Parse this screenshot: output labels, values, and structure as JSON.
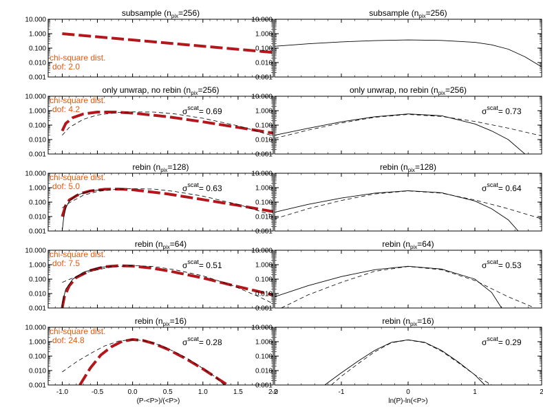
{
  "figure": {
    "left_xlabel": "(P-<P>)/(<P>)",
    "right_xlabel": "ln(P)-ln(<P>)",
    "colors": {
      "axis": "#000000",
      "chi": "#b3171c",
      "chi_text": "#e05a12"
    }
  },
  "chart_data": [
    {
      "type": "line",
      "column": "left",
      "row": 0,
      "title": {
        "pre": "subsample (n",
        "sub": "pix",
        "post": "=256)"
      },
      "xlim": [
        -1.2,
        2.0
      ],
      "ylim": [
        0.001,
        10
      ],
      "yscale": "log",
      "xticks": [],
      "yticks": [
        "10.000",
        "1.000",
        "0.100",
        "0.010",
        "0.001"
      ],
      "sigma": null,
      "chi_label": {
        "line1": "chi-square dist.",
        "line2": "dof:  2.0"
      },
      "series": [
        {
          "style": "chi",
          "x": [
            -1.0,
            2.0
          ],
          "y": [
            1.0,
            0.05
          ]
        }
      ]
    },
    {
      "type": "line",
      "column": "right",
      "row": 0,
      "title": {
        "pre": "subsample (n",
        "sub": "pix",
        "post": "=256)"
      },
      "xlim": [
        -2,
        2
      ],
      "ylim": [
        0.001,
        10
      ],
      "yscale": "log",
      "xticks": [],
      "yticks": [
        "10.000",
        "1.000",
        "0.100",
        "0.010",
        "0.001"
      ],
      "sigma": null,
      "chi_label": null,
      "series": [
        {
          "style": "solid",
          "x": [
            -2.0,
            -1.5,
            -1.0,
            -0.5,
            0.0,
            0.5,
            1.0,
            1.25,
            1.5,
            1.75,
            2.0
          ],
          "y": [
            0.135,
            0.2,
            0.27,
            0.33,
            0.37,
            0.34,
            0.25,
            0.17,
            0.085,
            0.025,
            0.005
          ]
        }
      ]
    },
    {
      "type": "line",
      "column": "left",
      "row": 1,
      "title": {
        "pre": "only unwrap, no rebin (n",
        "sub": "pix",
        "post": "=256)"
      },
      "xlim": [
        -1.2,
        2.0
      ],
      "ylim": [
        0.001,
        10
      ],
      "yscale": "log",
      "xticks": [],
      "yticks": [
        "10.000",
        "1.000",
        "0.100",
        "0.010",
        "0.001"
      ],
      "sigma": {
        "label": "σ",
        "sup": "scat",
        "value": "=  0.69"
      },
      "chi_label": {
        "line1": "chi-square dist.",
        "line2": "dof:  4.2"
      },
      "series": [
        {
          "style": "chi",
          "x": [
            -1.0,
            -0.95,
            -0.85,
            -0.7,
            -0.5,
            -0.25,
            0.0,
            0.5,
            1.0,
            1.5,
            2.0
          ],
          "y": [
            0.04,
            0.13,
            0.33,
            0.6,
            0.8,
            0.8,
            0.68,
            0.38,
            0.17,
            0.07,
            0.028
          ]
        },
        {
          "style": "dashed",
          "x": [
            -1.0,
            -0.9,
            -0.7,
            -0.5,
            -0.2,
            0.0,
            0.3,
            0.6,
            1.0,
            1.5,
            2.0
          ],
          "y": [
            0.02,
            0.07,
            0.25,
            0.5,
            0.75,
            0.82,
            0.8,
            0.6,
            0.3,
            0.09,
            0.018
          ]
        }
      ]
    },
    {
      "type": "line",
      "column": "right",
      "row": 1,
      "title": {
        "pre": "only unwrap, no rebin (n",
        "sub": "pix",
        "post": "=256)"
      },
      "xlim": [
        -2,
        2
      ],
      "ylim": [
        0.001,
        10
      ],
      "yscale": "log",
      "xticks": [],
      "yticks": [
        "10.000",
        "1.000",
        "0.100",
        "0.010",
        "0.001"
      ],
      "sigma": {
        "label": "σ",
        "sup": "scat",
        "value": "=  0.73"
      },
      "chi_label": null,
      "series": [
        {
          "style": "solid",
          "x": [
            -2.0,
            -1.5,
            -1.0,
            -0.5,
            0.0,
            0.5,
            1.0,
            1.25,
            1.5,
            1.75
          ],
          "y": [
            0.02,
            0.06,
            0.17,
            0.38,
            0.6,
            0.45,
            0.12,
            0.04,
            0.01,
            0.001
          ]
        },
        {
          "style": "dashed",
          "x": [
            -2.0,
            -1.5,
            -1.0,
            -0.5,
            0.0,
            0.5,
            1.0,
            1.5,
            2.0
          ],
          "y": [
            0.012,
            0.045,
            0.14,
            0.35,
            0.55,
            0.4,
            0.18,
            0.062,
            0.018
          ]
        }
      ]
    },
    {
      "type": "line",
      "column": "left",
      "row": 2,
      "title": {
        "pre": "rebin (n",
        "sub": "pix",
        "post": "=128)"
      },
      "xlim": [
        -1.2,
        2.0
      ],
      "ylim": [
        0.001,
        10
      ],
      "yscale": "log",
      "xticks": [],
      "yticks": [
        "10.000",
        "1.000",
        "0.100",
        "0.010",
        "0.001"
      ],
      "sigma": {
        "label": "σ",
        "sup": "scat",
        "value": "=  0.63"
      },
      "chi_label": {
        "line1": "chi-square dist.",
        "line2": "dof:  5.0"
      },
      "series": [
        {
          "style": "chi",
          "x": [
            -1.0,
            -0.95,
            -0.9,
            -0.75,
            -0.6,
            -0.4,
            -0.2,
            0.0,
            0.5,
            1.0,
            1.5,
            2.0
          ],
          "y": [
            0.01,
            0.06,
            0.14,
            0.38,
            0.6,
            0.78,
            0.8,
            0.72,
            0.37,
            0.15,
            0.06,
            0.022
          ]
        },
        {
          "style": "solid",
          "x": [
            -1.0,
            -0.98,
            -0.95,
            -0.9,
            -0.8,
            -0.6,
            -0.4
          ],
          "y": [
            0.001,
            0.008,
            0.04,
            0.12,
            0.3,
            0.6,
            0.75
          ]
        },
        {
          "style": "dashed",
          "x": [
            -1.0,
            -0.9,
            -0.7,
            -0.5,
            -0.2,
            0.0,
            0.3,
            0.6,
            1.0,
            1.5,
            2.0
          ],
          "y": [
            0.04,
            0.09,
            0.3,
            0.55,
            0.8,
            0.85,
            0.8,
            0.55,
            0.26,
            0.07,
            0.012
          ]
        }
      ]
    },
    {
      "type": "line",
      "column": "right",
      "row": 2,
      "title": {
        "pre": "rebin (n",
        "sub": "pix",
        "post": "=128)"
      },
      "xlim": [
        -2,
        2
      ],
      "ylim": [
        0.001,
        10
      ],
      "yscale": "log",
      "xticks": [],
      "yticks": [
        "10.000",
        "1.000",
        "0.100",
        "0.010",
        "0.001"
      ],
      "sigma": {
        "label": "σ",
        "sup": "scat",
        "value": "=  0.64"
      },
      "chi_label": null,
      "series": [
        {
          "style": "solid",
          "x": [
            -2.0,
            -1.5,
            -1.0,
            -0.5,
            0.0,
            0.5,
            1.0,
            1.25,
            1.5,
            1.65
          ],
          "y": [
            0.02,
            0.07,
            0.19,
            0.42,
            0.62,
            0.45,
            0.12,
            0.035,
            0.006,
            0.001
          ]
        },
        {
          "style": "dashed",
          "x": [
            -2.0,
            -1.5,
            -1.0,
            -0.5,
            0.0,
            0.5,
            1.0,
            1.5,
            2.0
          ],
          "y": [
            0.007,
            0.035,
            0.13,
            0.37,
            0.6,
            0.42,
            0.14,
            0.035,
            0.007
          ]
        }
      ]
    },
    {
      "type": "line",
      "column": "left",
      "row": 3,
      "title": {
        "pre": "rebin (n",
        "sub": "pix",
        "post": "=64)"
      },
      "xlim": [
        -1.2,
        2.0
      ],
      "ylim": [
        0.001,
        10
      ],
      "yscale": "log",
      "xticks": [],
      "yticks": [
        "10.000",
        "1.000",
        "0.100",
        "0.010",
        "0.001"
      ],
      "sigma": {
        "label": "σ",
        "sup": "scat",
        "value": "=  0.51"
      },
      "chi_label": {
        "line1": "chi-square dist.",
        "line2": "dof:  7.5"
      },
      "series": [
        {
          "style": "chi",
          "x": [
            -1.0,
            -0.97,
            -0.9,
            -0.8,
            -0.6,
            -0.4,
            -0.2,
            0.0,
            0.25,
            0.5,
            1.0,
            1.5,
            2.0
          ],
          "y": [
            0.001,
            0.006,
            0.035,
            0.13,
            0.4,
            0.72,
            0.85,
            0.8,
            0.6,
            0.38,
            0.12,
            0.03,
            0.008
          ]
        },
        {
          "style": "solid",
          "x": [
            -1.0,
            -0.95,
            -0.85,
            -0.7,
            -0.5,
            -0.3
          ],
          "y": [
            0.002,
            0.02,
            0.1,
            0.3,
            0.6,
            0.82
          ]
        },
        {
          "style": "dashed",
          "x": [
            -1.0,
            -0.8,
            -0.6,
            -0.3,
            0.0,
            0.3,
            0.6,
            1.0,
            1.4,
            1.8,
            2.0
          ],
          "y": [
            0.06,
            0.15,
            0.35,
            0.7,
            0.88,
            0.75,
            0.45,
            0.17,
            0.04,
            0.006,
            0.002
          ]
        }
      ]
    },
    {
      "type": "line",
      "column": "right",
      "row": 3,
      "title": {
        "pre": "rebin (n",
        "sub": "pix",
        "post": "=64)"
      },
      "xlim": [
        -2,
        2
      ],
      "ylim": [
        0.001,
        10
      ],
      "yscale": "log",
      "xticks": [],
      "yticks": [
        "10.000",
        "1.000",
        "0.100",
        "0.010",
        "0.001"
      ],
      "sigma": {
        "label": "σ",
        "sup": "scat",
        "value": "=  0.53"
      },
      "chi_label": null,
      "series": [
        {
          "style": "solid",
          "x": [
            -2.0,
            -1.5,
            -1.0,
            -0.5,
            0.0,
            0.5,
            1.0,
            1.25,
            1.4
          ],
          "y": [
            0.006,
            0.035,
            0.15,
            0.45,
            0.78,
            0.5,
            0.1,
            0.012,
            0.001
          ]
        },
        {
          "style": "dashed",
          "x": [
            -1.9,
            -1.5,
            -1.0,
            -0.5,
            0.0,
            0.5,
            1.0,
            1.5,
            1.9
          ],
          "y": [
            0.001,
            0.008,
            0.06,
            0.35,
            0.75,
            0.45,
            0.08,
            0.006,
            0.001
          ]
        }
      ]
    },
    {
      "type": "line",
      "column": "left",
      "row": 4,
      "title": {
        "pre": "rebin (n",
        "sub": "pix",
        "post": "=16)"
      },
      "xlim": [
        -1.2,
        2.0
      ],
      "ylim": [
        0.001,
        10
      ],
      "yscale": "log",
      "xticks": [
        "-1.0",
        "-0.5",
        "0.0",
        "0.5",
        "1.0",
        "1.5",
        "2.0"
      ],
      "yticks": [
        "10.000",
        "1.000",
        "0.100",
        "0.010",
        "0.001"
      ],
      "sigma": {
        "label": "σ",
        "sup": "scat",
        "value": "=  0.28"
      },
      "chi_label": {
        "line1": "chi-square dist.",
        "line2": "dof:  24.8"
      },
      "series": [
        {
          "style": "chi",
          "x": [
            -0.75,
            -0.6,
            -0.45,
            -0.3,
            -0.15,
            0.0,
            0.15,
            0.3,
            0.5,
            0.75,
            1.0,
            1.2,
            1.35
          ],
          "y": [
            0.001,
            0.015,
            0.12,
            0.45,
            1.05,
            1.4,
            1.2,
            0.75,
            0.3,
            0.07,
            0.013,
            0.003,
            0.001
          ]
        },
        {
          "style": "dashed",
          "x": [
            -1.0,
            -0.8,
            -0.6,
            -0.4,
            -0.2,
            0.0,
            0.2,
            0.4,
            0.6,
            0.8,
            1.0,
            1.2,
            1.3
          ],
          "y": [
            0.008,
            0.04,
            0.15,
            0.5,
            1.1,
            1.4,
            1.1,
            0.55,
            0.2,
            0.06,
            0.014,
            0.003,
            0.001
          ]
        }
      ]
    },
    {
      "type": "line",
      "column": "right",
      "row": 4,
      "title": {
        "pre": "rebin (n",
        "sub": "pix",
        "post": "=16)"
      },
      "xlim": [
        -2,
        2
      ],
      "ylim": [
        0.001,
        10
      ],
      "yscale": "log",
      "xticks": [
        "-2",
        "-1",
        "0",
        "1",
        "2"
      ],
      "yticks": [
        "10.000",
        "1.000",
        "0.100",
        "0.010",
        "0.001"
      ],
      "sigma": {
        "label": "σ",
        "sup": "scat",
        "value": "=  0.29"
      },
      "chi_label": null,
      "series": [
        {
          "style": "solid",
          "x": [
            -1.25,
            -1.0,
            -0.75,
            -0.5,
            -0.25,
            0.0,
            0.25,
            0.5,
            0.75,
            1.0,
            1.15
          ],
          "y": [
            0.001,
            0.007,
            0.045,
            0.25,
            0.9,
            1.35,
            0.9,
            0.25,
            0.04,
            0.005,
            0.001
          ]
        },
        {
          "style": "dashed",
          "x": [
            -1.15,
            -1.0,
            -0.75,
            -0.5,
            -0.25,
            0.0,
            0.25,
            0.5,
            0.75,
            1.0,
            1.25
          ],
          "y": [
            0.001,
            0.004,
            0.03,
            0.2,
            0.85,
            1.3,
            0.85,
            0.22,
            0.035,
            0.005,
            0.001
          ]
        }
      ]
    }
  ]
}
